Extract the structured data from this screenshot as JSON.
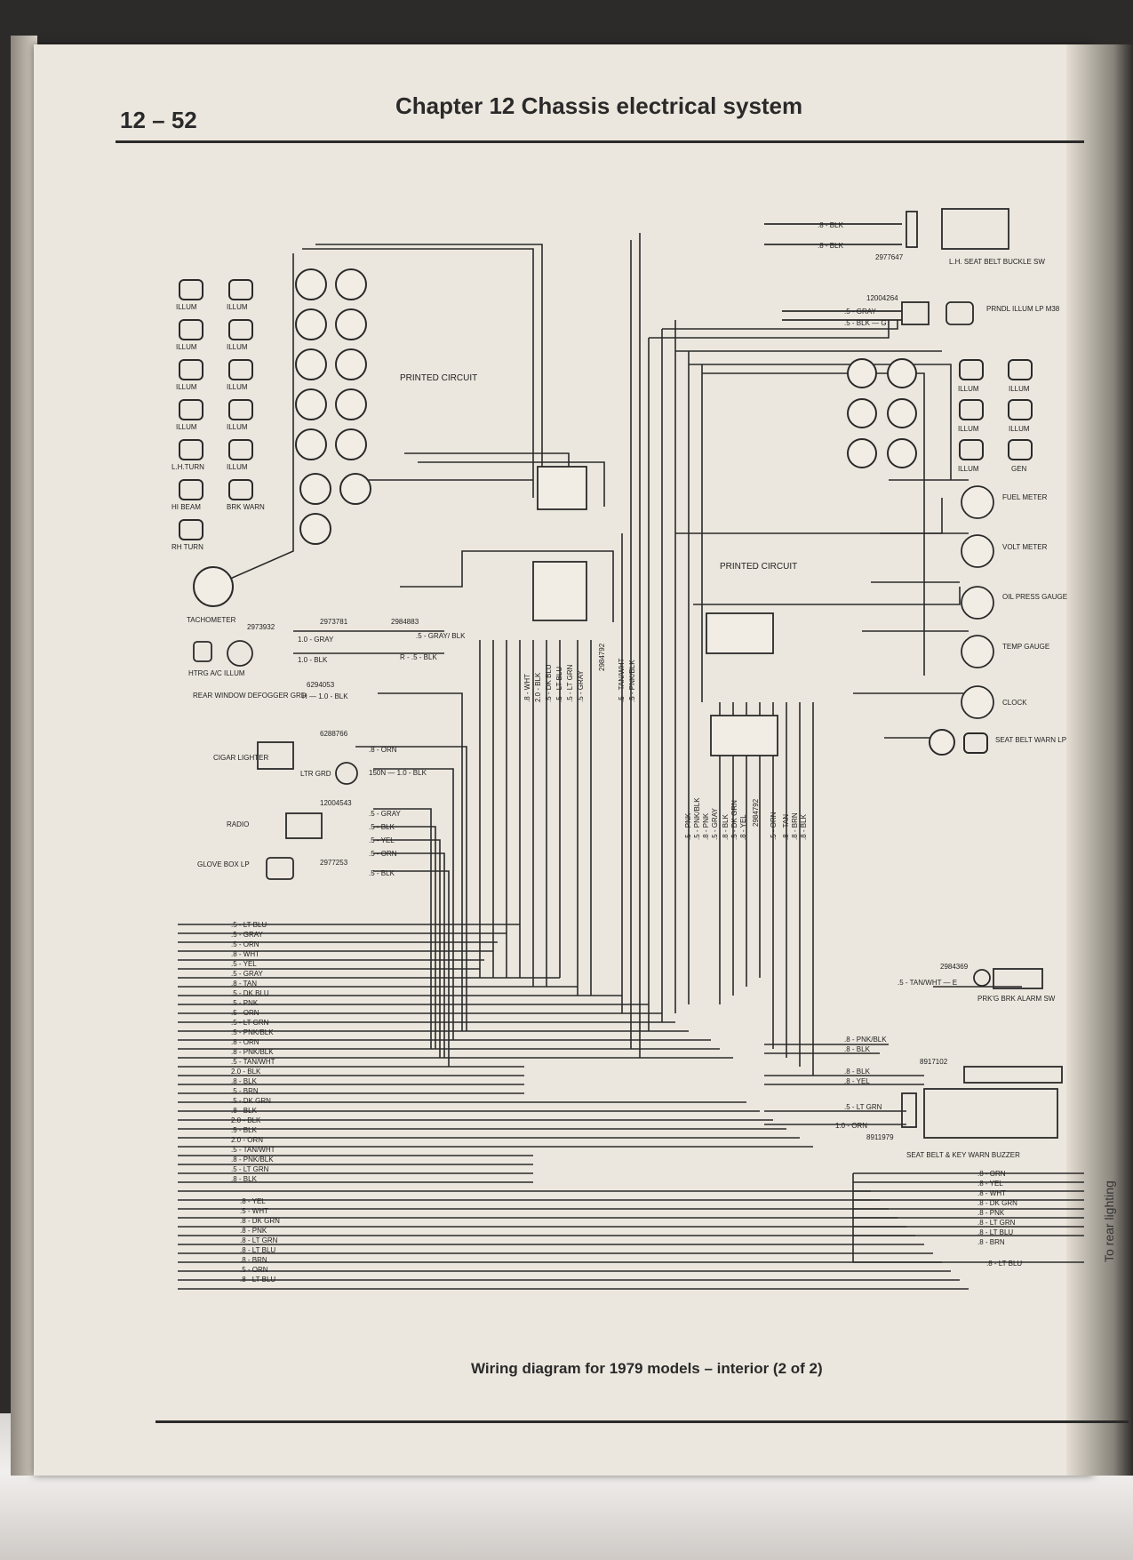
{
  "header": {
    "page_number": "12 – 52",
    "chapter": "Chapter 12   Chassis electrical system"
  },
  "caption": "Wiring diagram for 1979 models – interior (2 of 2)",
  "side_note": "To rear lighting",
  "left_cluster": {
    "lamps": [
      "ILLUM",
      "ILLUM",
      "ILLUM",
      "ILLUM",
      "ILLUM",
      "ILLUM",
      "ILLUM",
      "ILLUM",
      "L.H.TURN",
      "ILLUM",
      "HI BEAM",
      "BRK WARN",
      "RH TURN"
    ],
    "printed_circuit": "PRINTED CIRCUIT",
    "tachometer": "TACHOMETER"
  },
  "components": {
    "htrg": "HTRG A/C ILLUM",
    "htrg_wires": [
      "1.0 - GRAY",
      "1.0 - BLK"
    ],
    "htrg_parts": [
      "2973932",
      "2973781",
      "2984883"
    ],
    "htrg_right": [
      ".5 - GRAY/ BLK",
      "R - .5 - BLK"
    ],
    "rear_window": "REAR WINDOW DEFOGGER GRD",
    "rear_window_part": "6294053",
    "rear_window_wire": "H — 1.0 - BLK",
    "cigar": "CIGAR LIGHTER",
    "cigar_part": "6288766",
    "cigar_wire": ".8 - ORN",
    "ltr_grd": "LTR GRD",
    "ltr_wire": "150N — 1.0 - BLK",
    "radio": "RADIO",
    "radio_part": "12004543",
    "radio_wires": [
      ".5 - GRAY",
      ".5 - BLK",
      ".5 - YEL"
    ],
    "glove": "GLOVE BOX LP",
    "glove_part": "2977253",
    "glove_wires": [
      ".5 - ORN",
      ".5 - BLK"
    ]
  },
  "center_wires": [
    ".8 - WHT",
    "2.0 - BLK",
    ".5 - DK BLU",
    ".5 - LT BLU",
    ".5 - LT GRN",
    ".5 - GRAY",
    "2984792",
    ".5 - TAN/WHT",
    ".5 - PNK/BLK"
  ],
  "center_wires2": [
    ".5 - PNK",
    ".5 - PNK/BLK",
    ".8 - PNK",
    ".5 - GRAY",
    ".8 - BLK",
    ".5 - DK GRN",
    ".8 - YEL",
    "2984792",
    ".5 - ORN",
    ".8 - TAN",
    ".8 - BRN",
    ".8 - BLK"
  ],
  "right_cluster": {
    "seat_belt_sw": "L.H. SEAT BELT BUCKLE SW",
    "seat_belt_wires": [
      ".8 - BLK",
      ".8 - BLK"
    ],
    "seat_belt_part": "2977647",
    "prndl": "PRNDL ILLUM LP M38",
    "prndl_part": "12004264",
    "prndl_wires": [
      ".5 - GRAY",
      ".5 - BLK — G"
    ],
    "lamps": [
      "ILLUM",
      "ILLUM",
      "ILLUM",
      "ILLUM",
      "ILLUM",
      "GEN"
    ],
    "gauges": [
      "FUEL METER",
      "VOLT METER",
      "OIL PRESS GAUGE",
      "TEMP GAUGE",
      "CLOCK",
      "SEAT BELT WARN LP"
    ],
    "printed_circuit": "PRINTED CIRCUIT"
  },
  "bottom_left_wires": [
    ".5 - LT BLU",
    ".5 - GRAY",
    ".5 - ORN",
    ".8 - WHT",
    ".5 - YEL",
    ".5 - GRAY",
    ".8 - TAN",
    ".5 - DK BLU",
    ".5 - PNK",
    ".5 - ORN",
    ".5 - LT GRN",
    ".5 - PNK/BLK",
    ".8 - ORN",
    ".8 - PNK/BLK",
    ".5 - TAN/WHT",
    "2.0 - BLK",
    ".8 - BLK",
    ".5 - BRN",
    ".5 - DK GRN",
    ".8 - BLK",
    "2.0 - BLK",
    ".5 - BLK",
    "2.0 - ORN",
    ".5 - TAN/WHT",
    ".8 - PNK/BLK",
    ".5 - LT GRN",
    ".8 - BLK"
  ],
  "bottom_left_wires2": [
    ".8 - YEL",
    ".5 - WHT",
    ".8 - DK GRN",
    ".8 - PNK",
    ".8 - LT GRN",
    ".8 - LT BLU",
    ".8 - BRN",
    ".5 - ORN",
    ".8 - LT BLU"
  ],
  "right_lower": {
    "prkg_label": "PRK'G BRK ALARM SW",
    "prkg_part": "2984369",
    "prkg_wire": ".5 - TAN/WHT — E",
    "buzzer_wires": [
      ".8 - PNK/BLK",
      ".8 - BLK",
      ".8 - BLK",
      ".8 - YEL",
      ".5 - LT GRN",
      "1.0 - ORN"
    ],
    "buzzer_parts": [
      "8917102",
      "8911979"
    ],
    "buzzer": "SEAT BELT & KEY WARN BUZZER",
    "rear_wires": [
      ".8 - ORN",
      ".8 - YEL",
      ".8 - WHT",
      ".8 - DK GRN",
      ".8 - PNK",
      ".8 - LT GRN",
      ".8 - LT BLU",
      ".8 - BRN"
    ],
    "last_wire": ".8 - LT BLU"
  }
}
